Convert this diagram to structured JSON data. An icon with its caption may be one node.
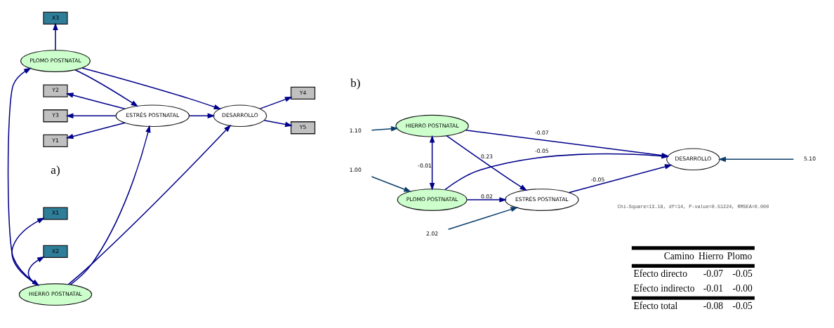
{
  "diagram": {
    "nodes": [
      {
        "text": [
          "X1"
        ]
      },
      {
        "text": [
          "X2"
        ]
      },
      {
        "text": [
          "HIERRO POSTNATAL"
        ]
      },
      {
        "text": [
          "Y1"
        ]
      },
      {
        "text": [
          "Y2"
        ]
      },
      {
        "text": [
          "Y3"
        ]
      },
      {
        "text": [
          "ESTRÉS POSTNATAL"
        ]
      },
      {
        "text": [
          "DESARROLLO"
        ]
      },
      {
        "text": [
          "Y4"
        ]
      },
      {
        "text": [
          "Y5"
        ]
      },
      {
        "text": [
          "PLOMO POSTNATAL"
        ]
      },
      {
        "text": [
          "X3"
        ]
      },
      {
        "text": [
          "1.10"
        ]
      },
      {
        "text": [
          "HIERRO POSTNATAL"
        ]
      },
      {
        "text": [
          "2.02"
        ]
      },
      {
        "text": [
          "ESTRÉS POSTNATAL"
        ]
      },
      {
        "text": [
          "DESARROLLO"
        ]
      },
      {
        "text": [
          "5.10"
        ]
      },
      {
        "text": [
          "1.00"
        ]
      },
      {
        "text": [
          "PLOMO POSTNATAL"
        ]
      }
    ],
    "edges": [
      {
        "from": 2,
        "to": 0,
        "arrow": "to"
      },
      {
        "from": 2,
        "to": 1,
        "arrow": "to"
      },
      {
        "from": 2,
        "to": 6,
        "arrow": "to"
      },
      {
        "from": 2,
        "to": 7,
        "arrow": "to"
      },
      {
        "from": 2,
        "to": 10,
        "arrow": "both"
      },
      {
        "from": 6,
        "to": 3,
        "arrow": "to"
      },
      {
        "from": 6,
        "to": 4,
        "arrow": "to"
      },
      {
        "from": 6,
        "to": 5,
        "arrow": "to"
      },
      {
        "from": 6,
        "to": 7,
        "arrow": "to"
      },
      {
        "from": 10,
        "to": 6,
        "arrow": "to"
      },
      {
        "from": 10,
        "to": 7,
        "arrow": "to"
      },
      {
        "from": 7,
        "to": 8,
        "arrow": "to"
      },
      {
        "from": 7,
        "to": 9,
        "arrow": "to"
      },
      {
        "from": 10,
        "to": 11,
        "arrow": "to"
      },
      {
        "from": 12,
        "to": 13,
        "arrow": "to",
        "color": "#0b3d6b"
      },
      {
        "from": 13,
        "to": 15,
        "arrow": "to",
        "label": "0.23"
      },
      {
        "from": 13,
        "to": 16,
        "arrow": "to",
        "label": "-0.07"
      },
      {
        "from": 13,
        "to": 19,
        "arrow": "both",
        "label": "-0.01"
      },
      {
        "from": 14,
        "to": 15,
        "arrow": "to",
        "color": "#0b3d6b"
      },
      {
        "from": 15,
        "to": 16,
        "arrow": "to",
        "label": "-0.05"
      },
      {
        "from": 17,
        "to": 16,
        "arrow": "to",
        "color": "#0b3d6b"
      },
      {
        "from": 19,
        "to": 15,
        "arrow": "to",
        "label": "0.02"
      },
      {
        "from": 19,
        "to": 16,
        "arrow": "to",
        "label": "-0.05"
      },
      {
        "from": 18,
        "to": 19,
        "arrow": "to",
        "color": "#0b3d6b"
      }
    ],
    "labels": [
      "a)",
      "b)",
      "Chi-Square=13.18, df=14, P-value=0.51224, RMSEA=0.000",
      "Camino",
      "Hierro",
      "Plomo",
      "Efecto directo",
      "-0.07",
      "-0.05",
      "Efecto indirecto",
      "-0.01",
      "-0.00",
      "Efecto total",
      "-0.08",
      "-0.05"
    ]
  }
}
